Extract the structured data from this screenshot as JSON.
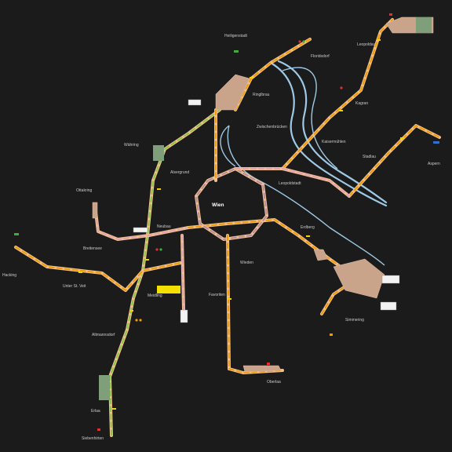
{
  "map": {
    "city_label": "Wien",
    "stations": [
      {
        "id": "heiligenstadt",
        "name": "Heiligenstadt"
      },
      {
        "id": "floridsdorf",
        "name": "Floridsdorf"
      },
      {
        "id": "leopoldau",
        "name": "Leopoldau"
      },
      {
        "id": "kagran",
        "name": "Kagran"
      },
      {
        "id": "ringlbrau",
        "name": "Ringlbrau"
      },
      {
        "id": "zwischenbruecken",
        "name": "Zwischenbrücken"
      },
      {
        "id": "kaisermuehlen",
        "name": "Kaisermühlen"
      },
      {
        "id": "stadlau",
        "name": "Stadlau"
      },
      {
        "id": "aspern",
        "name": "Aspern"
      },
      {
        "id": "waehring",
        "name": "Währing"
      },
      {
        "id": "alsergrund",
        "name": "Alsergrund"
      },
      {
        "id": "leopoldstadt",
        "name": "Leopoldstadt"
      },
      {
        "id": "ottakring",
        "name": "Ottakring"
      },
      {
        "id": "neubau",
        "name": "Neubau"
      },
      {
        "id": "breitensee",
        "name": "Breitensee"
      },
      {
        "id": "erdberg",
        "name": "Erdberg"
      },
      {
        "id": "wieden",
        "name": "Wieden"
      },
      {
        "id": "hacking",
        "name": "Hacking"
      },
      {
        "id": "unter_st_veit",
        "name": "Unter St. Veit"
      },
      {
        "id": "meidling",
        "name": "Meidling"
      },
      {
        "id": "favoriten",
        "name": "Favoriten"
      },
      {
        "id": "simmering",
        "name": "Simmering"
      },
      {
        "id": "altmannsdorf",
        "name": "Altmannsdorf"
      },
      {
        "id": "oberlaa",
        "name": "Oberlaa"
      },
      {
        "id": "erlaa",
        "name": "Erlaa"
      },
      {
        "id": "siebenhirten",
        "name": "Siebenhirten"
      }
    ],
    "colors": {
      "background": "#1b1b1b",
      "river": "#9ec9e6",
      "track_casing": "#efc090",
      "line_green": "#8ac63f",
      "line_orange": "#f39a00",
      "line_pink": "#e8a0b4",
      "label": "#c9c9c9"
    }
  }
}
